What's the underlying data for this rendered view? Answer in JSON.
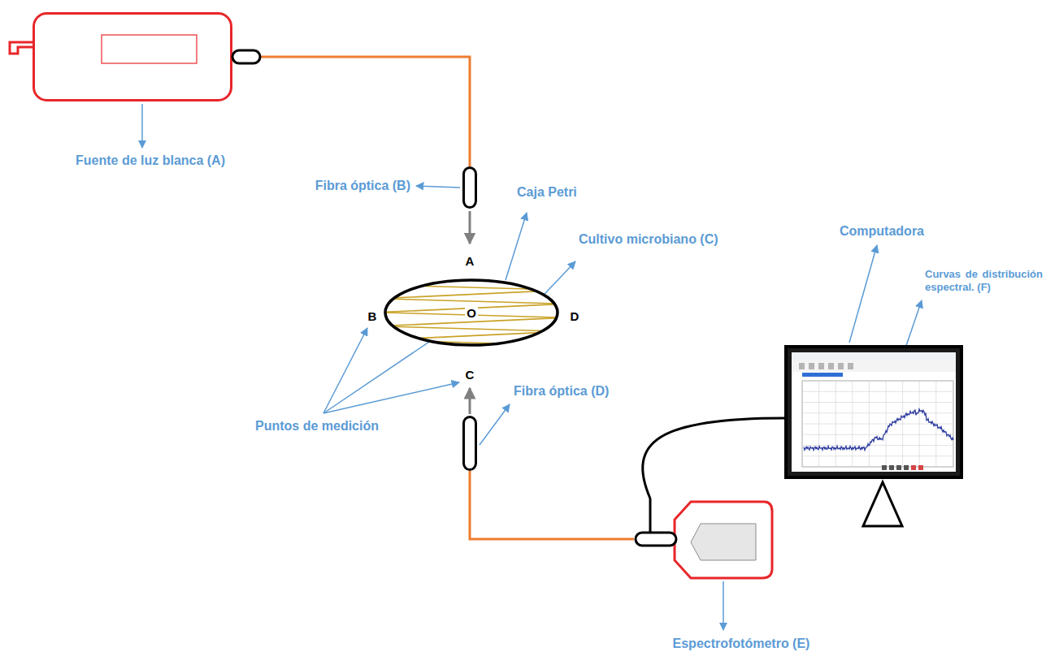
{
  "diagram": {
    "nodes": [
      {
        "text": [
          "Fuente de luz blanca (A)"
        ]
      },
      {
        "text": [
          "Fibra óptica (B)"
        ]
      },
      {
        "text": [
          "O"
        ]
      },
      {
        "text": [
          "Fibra óptica (D)"
        ]
      },
      {
        "text": [
          "Espectrofotómetro (E)"
        ]
      },
      {
        "text": [
          "Computadora"
        ]
      }
    ],
    "edges": [
      {
        "from": 0,
        "to": 1,
        "arrow": "none"
      },
      {
        "from": 3,
        "to": 4,
        "arrow": "none"
      },
      {
        "from": 4,
        "to": 5,
        "arrow": "none"
      }
    ],
    "labels": [
      "Caja Petri",
      "Cultivo microbiano (C)",
      "A",
      "B",
      "D",
      "C",
      "Puntos de medición",
      "Curvas de distribución espectral. (F)"
    ]
  }
}
